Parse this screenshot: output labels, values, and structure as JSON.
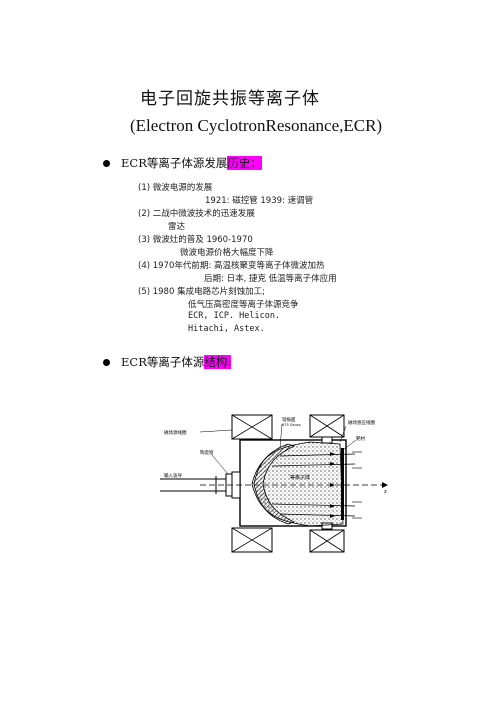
{
  "title": {
    "zh": "电子回旋共振等离子体",
    "en": "(Electron CyclotronResonance,ECR)"
  },
  "section1": {
    "heading_prefix": "ECR等离子体源发展",
    "heading_highlight": "历史：",
    "lines": [
      "(1) 微波电源的发展",
      "1921:   磁控管   1939: 速调管",
      "(2) 二战中微波技术的迅速发展",
      "雷达",
      "(3) 微波灶的普及   1960-1970",
      "微波电源价格大幅度下降",
      "(4) 1970年代前期: 高温核聚变等离子体微波加热",
      "后期: 日本, 捷克  低温等离子体应用",
      "(5) 1980   集成电路芯片刻蚀加工;",
      "低气压高密度等离子体源竞争",
      "ECR, ICP. Helicon.",
      "Hitachi, Astex."
    ]
  },
  "section2": {
    "heading_prefix": "ECR等离子体源",
    "heading_highlight": "结构:"
  },
  "diagram": {
    "labels": {
      "coil_left": "磁场源线圈",
      "window": "陶瓷窗",
      "waveguide": "输入波导",
      "resonance": "谐振面",
      "resonance_sub": "875 Gauss",
      "coil_right": "磁场感应线圈",
      "target": "靶材",
      "plasma": "等离子体",
      "axis": "z"
    }
  },
  "colors": {
    "highlight": "#ff00ff"
  }
}
